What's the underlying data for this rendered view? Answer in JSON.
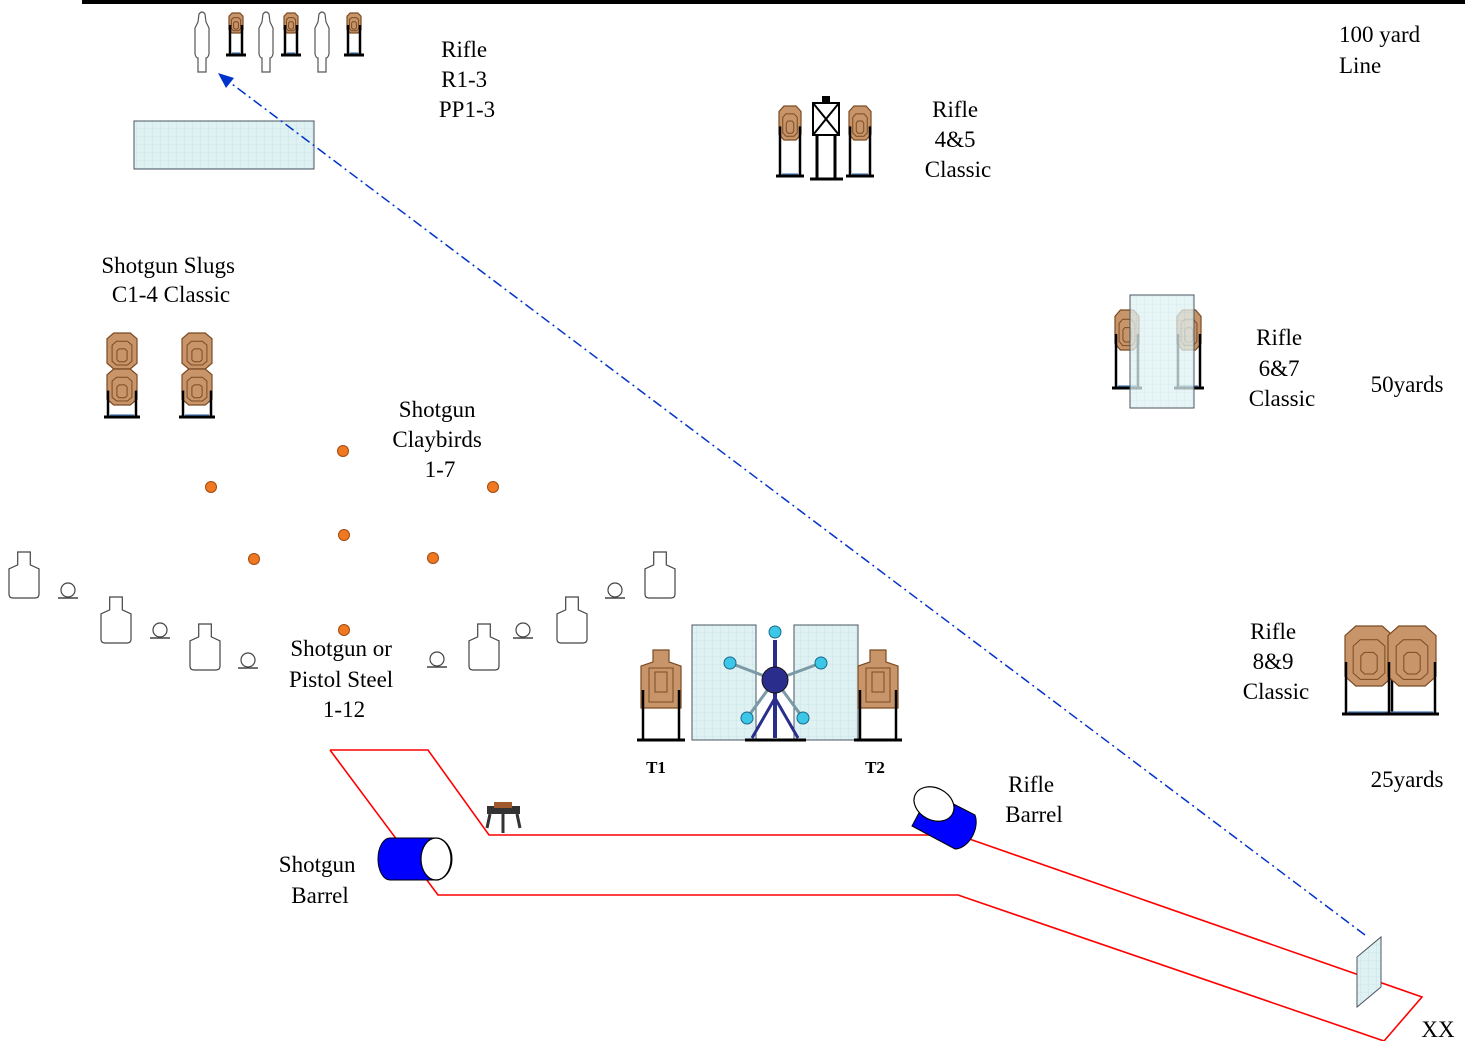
{
  "labels": {
    "rifle_r13": [
      "Rifle",
      "R1-3",
      "PP1-3"
    ],
    "yard100": [
      "100 yard",
      "Line"
    ],
    "rifle_45": [
      "Rifle",
      "4&5",
      "Classic"
    ],
    "slugs": [
      "Shotgun Slugs",
      "C1-4 Classic"
    ],
    "rifle_67": [
      "Rifle",
      "6&7",
      "Classic"
    ],
    "yard50": "50yards",
    "claybirds": [
      "Shotgun",
      "Claybirds",
      "1-7"
    ],
    "steel": [
      "Shotgun or",
      "Pistol Steel",
      "1-12"
    ],
    "rifle_89": [
      "Rifle",
      "8&9",
      "Classic"
    ],
    "yard25": "25yards",
    "t1": "T1",
    "t2": "T2",
    "rifle_barrel": [
      "Rifle",
      "Barrel"
    ],
    "shotgun_barrel": [
      "Shotgun",
      "Barrel"
    ],
    "xx": "XX"
  },
  "colors": {
    "target_tan": "#c8956a",
    "target_stroke": "#7a4a22",
    "clay_orange": "#f07820",
    "barrel_blue": "#0000ff",
    "path_red": "#ff0000",
    "sightline_blue": "#0033cc",
    "panel_fill": "#dff0f2",
    "panel_stroke": "#4a5560",
    "tree_navy": "#2b2d8c",
    "tree_cyan": "#3cc6e8"
  }
}
